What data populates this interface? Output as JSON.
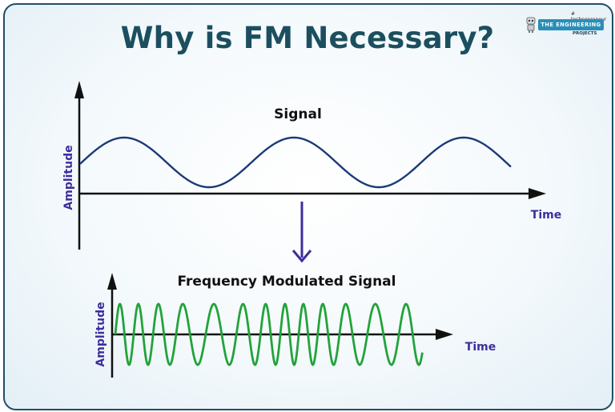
{
  "title": "Why is FM Necessary?",
  "logo": {
    "tagline": "# technopreneur",
    "name": "THE ENGINEERING",
    "sub": "PROJECTS"
  },
  "top_plot": {
    "label": "Signal",
    "y_label": "Amplitude",
    "x_label": "Time",
    "wave_color": "#1b3a78"
  },
  "bottom_plot": {
    "label": "Frequency Modulated Signal",
    "y_label": "Amplitude",
    "x_label": "Time",
    "wave_color": "#22a33a"
  },
  "arrow_color": "#3d2e9c",
  "label_color": "#3d2e9c"
}
